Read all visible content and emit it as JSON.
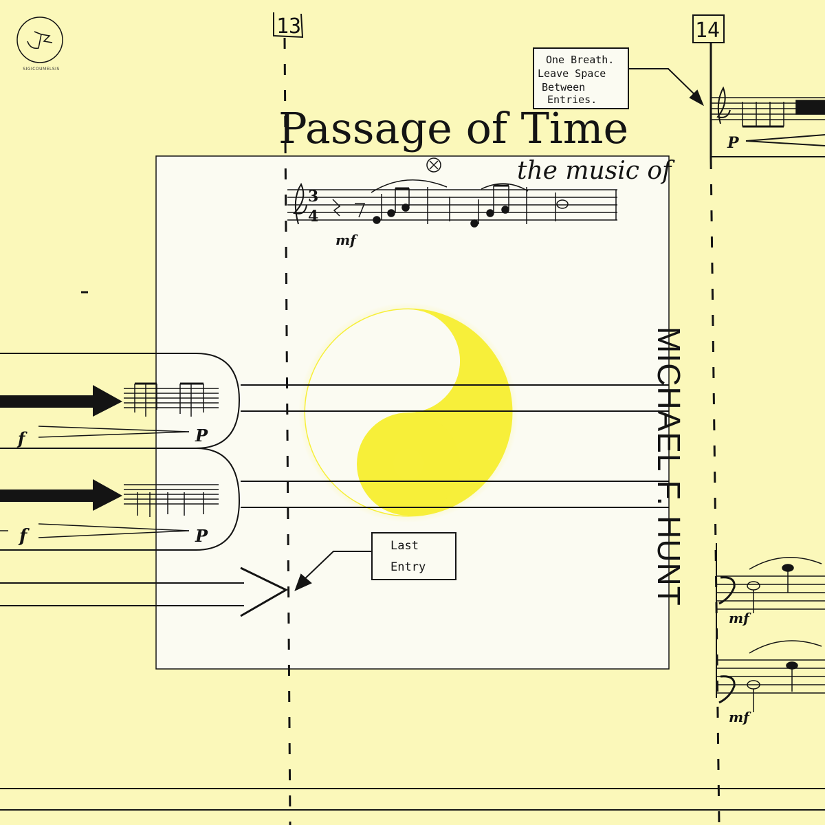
{
  "cover": {
    "title": "Passage of Time",
    "subtitle": "the music of",
    "artist": "MICHAEL F. HUNT",
    "logo_text": "SIGICOUMELSIS"
  },
  "score": {
    "measure_13": "13",
    "measure_14": "14",
    "note_one_breath": [
      "One Breath.",
      "Leave Space",
      "Between",
      "Entries."
    ],
    "note_last_entry": [
      "Last",
      "Entry"
    ],
    "time_signature": [
      "3",
      "4"
    ],
    "dynamics": {
      "mf": "mf",
      "f": "f",
      "p": "P"
    }
  },
  "colors": {
    "paper": "#fbf8ba",
    "ink": "#141414",
    "panel": "#fbfbf2",
    "yinyang": "#f7ef3a"
  },
  "icons": {
    "logo": "circle-monogram-logo",
    "center": "yin-yang-icon"
  }
}
